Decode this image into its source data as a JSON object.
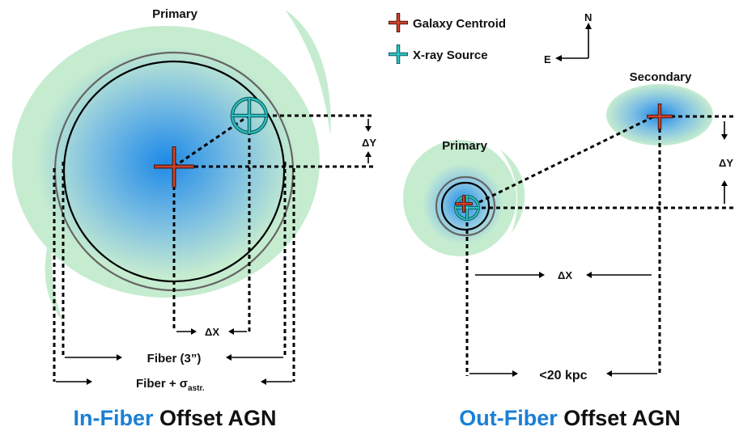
{
  "colors": {
    "halo": "#c6ecd0",
    "core": "#1e8ae6",
    "centroid_marker": "#d0402b",
    "xray_marker": "#2ec3c3",
    "caption_accent": "#1a7fd6",
    "caption_text": "#111111"
  },
  "legend": {
    "galaxy_centroid": "Galaxy Centroid",
    "xray_source": "X-ray Source"
  },
  "compass": {
    "north": "N",
    "east": "E"
  },
  "left_panel": {
    "primary_label": "Primary",
    "delta_y": "ΔY",
    "delta_x": "ΔX",
    "fiber_label": "Fiber (3”)",
    "fiber_astr_label": "Fiber + σ",
    "fiber_astr_subscript": "astr.",
    "caption_highlight": "In-Fiber",
    "caption_rest": " Offset AGN"
  },
  "right_panel": {
    "primary_label": "Primary",
    "secondary_label": "Secondary",
    "delta_y": "ΔY",
    "delta_x": "ΔX",
    "separation_label": "<20 kpc",
    "caption_highlight": "Out-Fiber",
    "caption_rest": " Offset AGN"
  }
}
